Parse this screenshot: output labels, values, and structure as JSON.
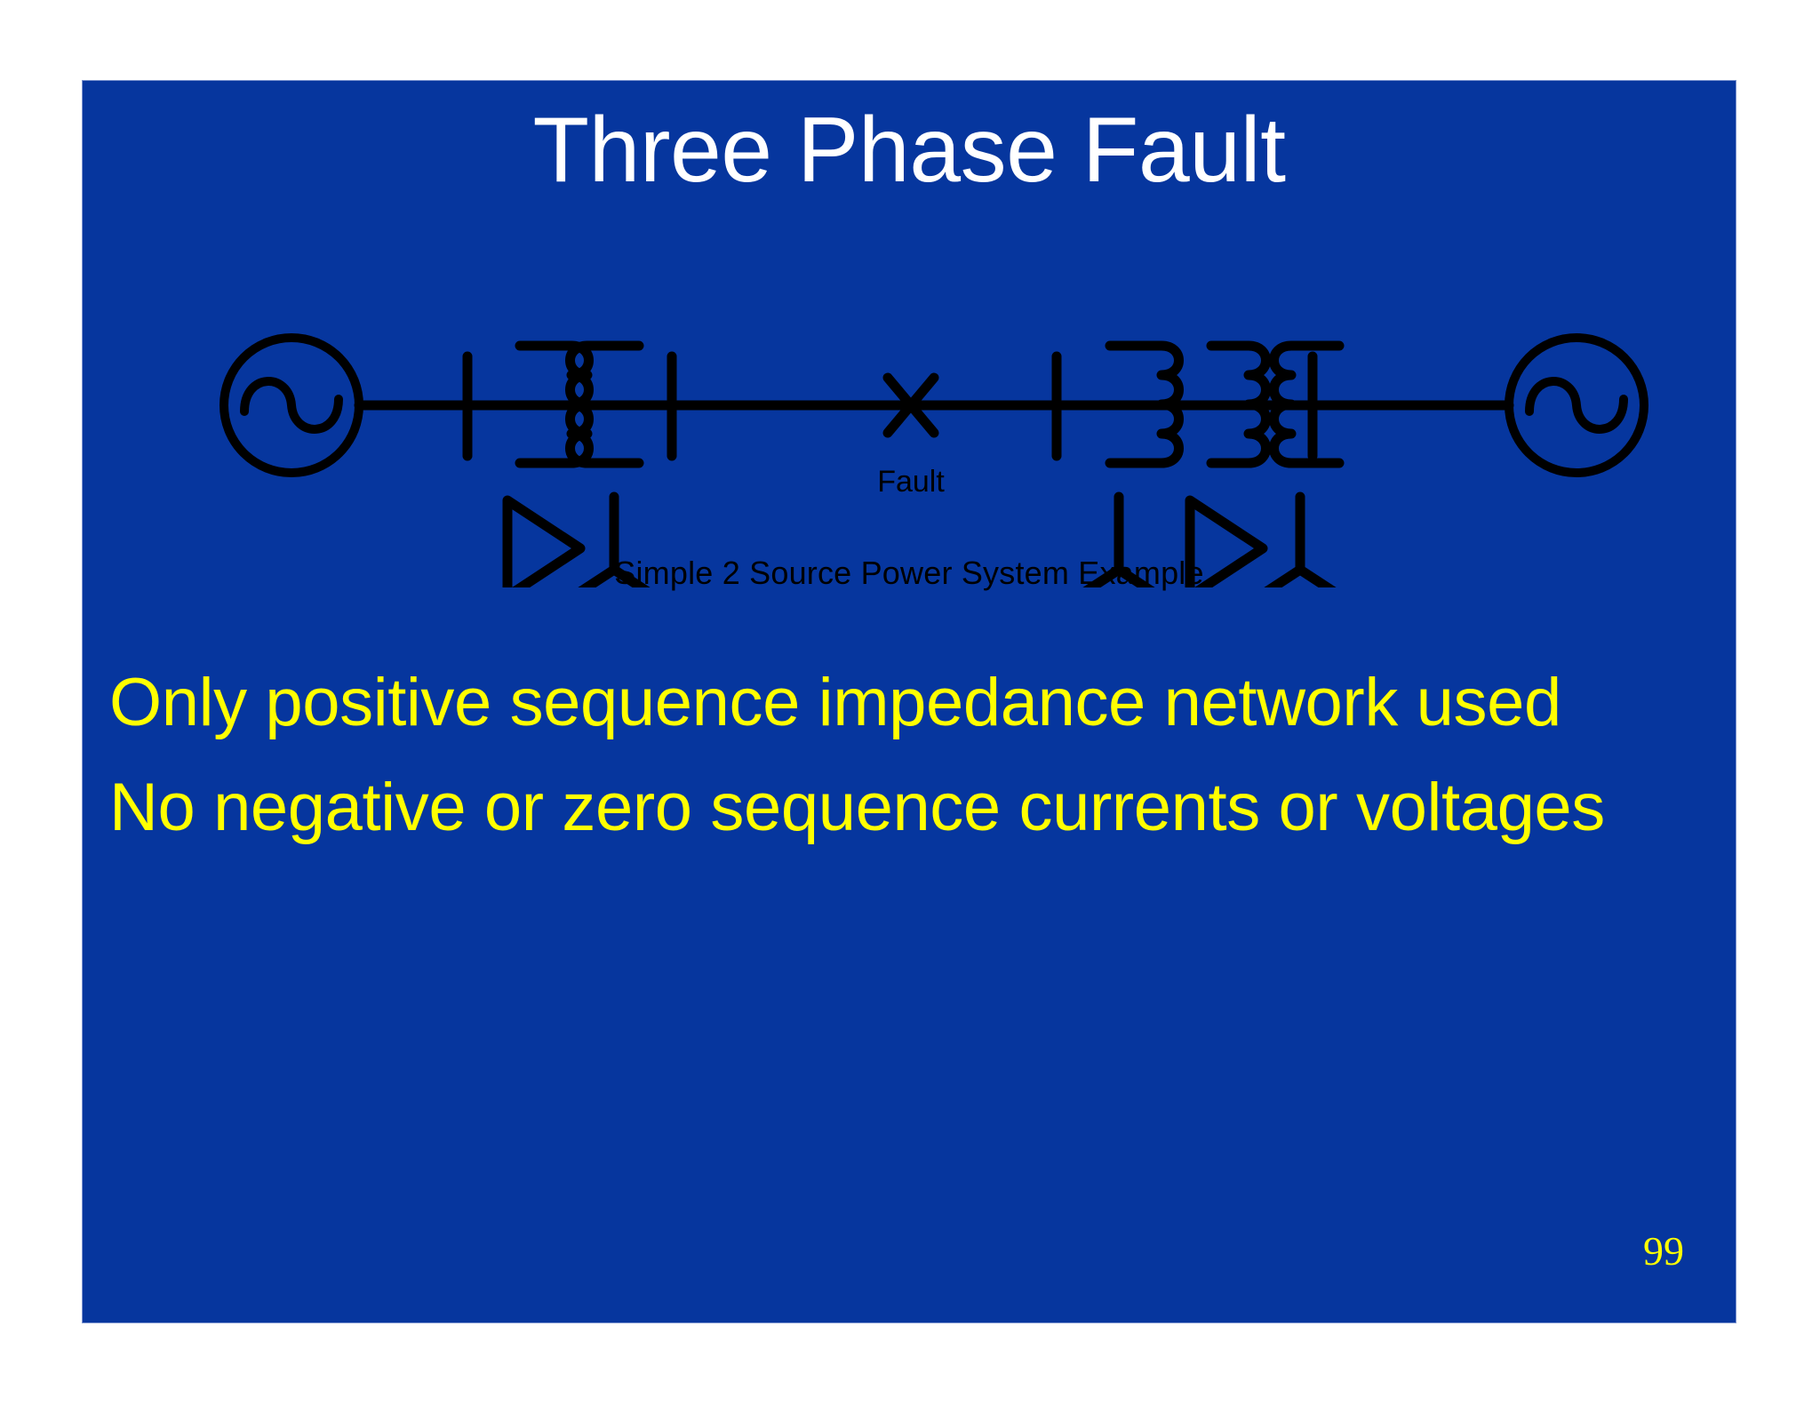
{
  "slide": {
    "title": "Three Phase Fault",
    "page_number": "99",
    "background_color": "#06369E",
    "title_color": "#FFFFFF",
    "body_text_color": "#FFFF00",
    "diagram_color": "#000000",
    "canvas_background": "#FFFFFF"
  },
  "diagram": {
    "caption": "Simple 2 Source Power System Example",
    "fault_label": "Fault",
    "fault_marker": "x-cross-marker",
    "left_source": "ac-source-sine",
    "right_source": "ac-source-sine",
    "left_transformer_windings": "2",
    "left_transformer_config": "delta-wye",
    "right_transformer_windings": "3",
    "right_transformer_config": "wye-delta-wye",
    "breaker_count": "4"
  },
  "body": {
    "bullets": [
      "Only positive sequence impedance network used",
      "No negative or zero sequence currents or voltages"
    ]
  }
}
